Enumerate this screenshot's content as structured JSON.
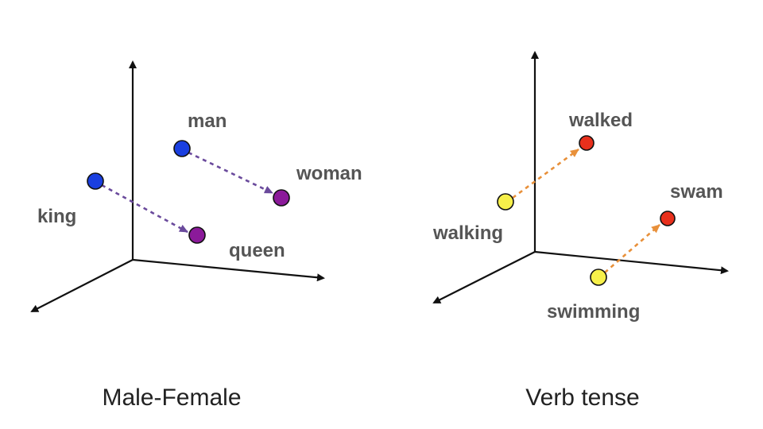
{
  "panels": [
    {
      "caption": "Male-Female",
      "arrow_color": "#6A4A9C",
      "points": [
        {
          "label": "man",
          "color": "#1A3FE0"
        },
        {
          "label": "woman",
          "color": "#8B1A9A"
        },
        {
          "label": "king",
          "color": "#1A3FE0"
        },
        {
          "label": "queen",
          "color": "#8B1A9A"
        }
      ],
      "pairs": [
        {
          "from": "man",
          "to": "woman"
        },
        {
          "from": "king",
          "to": "queen"
        }
      ]
    },
    {
      "caption": "Verb tense",
      "arrow_color": "#E8903A",
      "points": [
        {
          "label": "walked",
          "color": "#E8301C"
        },
        {
          "label": "walking",
          "color": "#F7F04A"
        },
        {
          "label": "swam",
          "color": "#E8301C"
        },
        {
          "label": "swimming",
          "color": "#F7F04A"
        }
      ],
      "pairs": [
        {
          "from": "walking",
          "to": "walked"
        },
        {
          "from": "swimming",
          "to": "swam"
        }
      ]
    }
  ]
}
